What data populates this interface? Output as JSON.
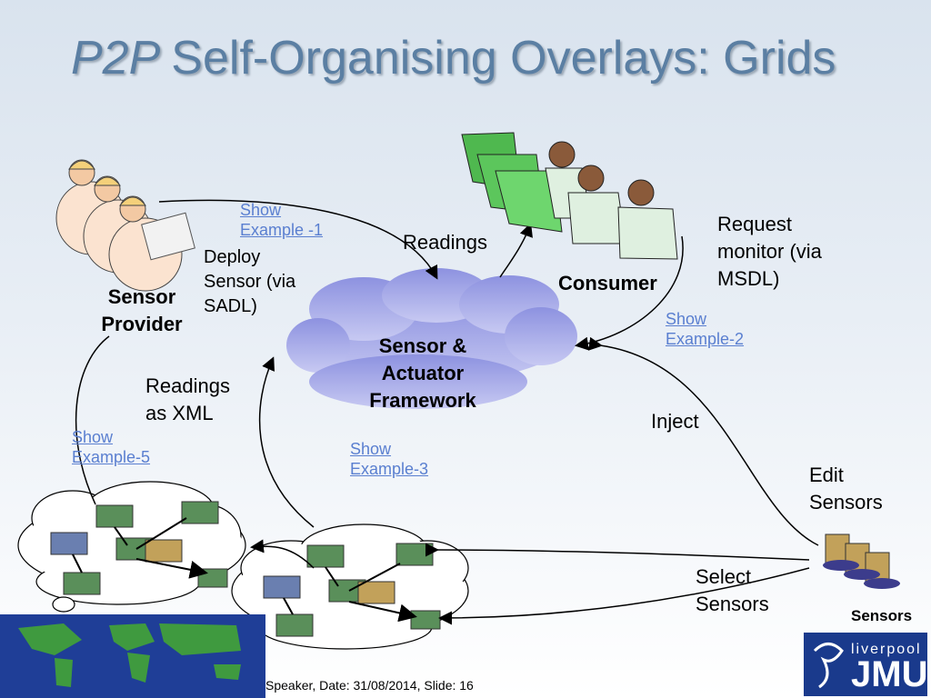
{
  "slide": {
    "title_prefix": "P2P",
    "title_rest": "Self-Organising Overlays: Grids",
    "footer": "Speaker, Date: 31/08/2014, Slide: 16"
  },
  "labels": {
    "sensor_provider": "Sensor Provider",
    "deploy": "Deploy Sensor (via SADL)",
    "readings_top": "Readings",
    "consumer": "Consumer",
    "request": "Request monitor (via MSDL)",
    "framework": "Sensor & Actuator Framework",
    "readings_xml": "Readings as XML",
    "inject": "Inject",
    "edit_sensors": "Edit Sensors",
    "select_sensors": "Select Sensors",
    "sensors": "Sensors"
  },
  "links": {
    "ex1": "Show Example -1",
    "ex2": "Show Example-2",
    "ex3": "Show Example-3",
    "ex5": "Show Example-5"
  },
  "logo": {
    "small": "liverpool",
    "big": "JMU"
  },
  "colors": {
    "title": "#5b7fa3",
    "link": "#5a7fd0",
    "cloud": "#9ea3e6"
  }
}
